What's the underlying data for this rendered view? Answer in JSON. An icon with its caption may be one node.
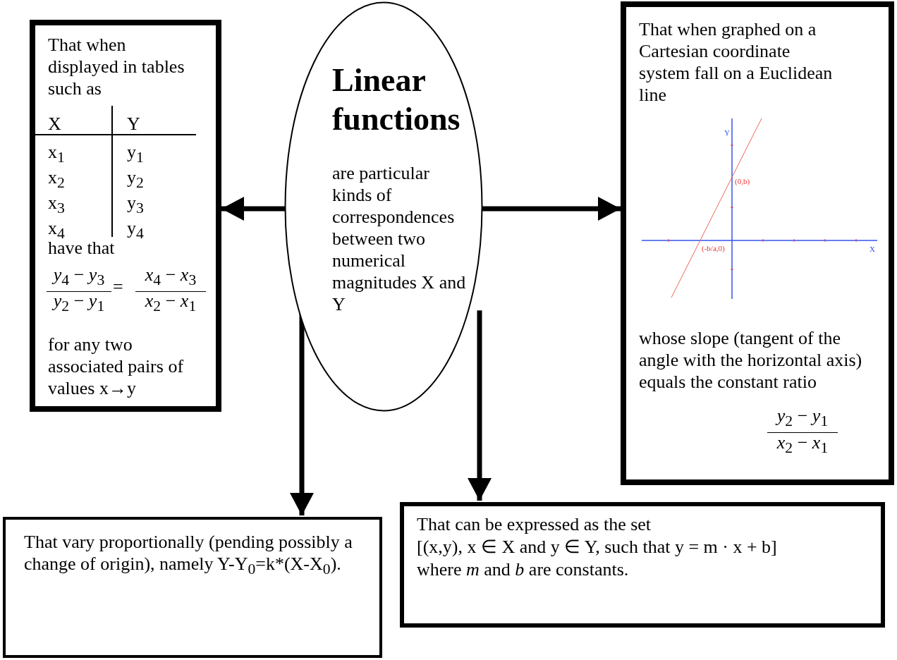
{
  "diagram": {
    "nodes": [
      {
        "text": [
          "Linear functions",
          "are particular kinds of correspondences between two numerical magnitudes X and Y"
        ]
      },
      {
        "text": [
          "That when displayed in tables such as",
          "X",
          "Y",
          "x$_{1}$",
          "y$_{1}$",
          "x$_{2}$",
          "y$_{2}$",
          "x$_{3}$",
          "y$_{3}$",
          "x$_{4}$",
          "y$_{4}$",
          "have that",
          "*y*$_{4}$ − *y*$_{3}$",
          "=",
          "*x*$_{4}$ − *x*$_{3}$",
          "*y*$_{2}$ − *y*$_{1}$",
          "*x*$_{2}$ − *x*$_{1}$",
          "for any two associated pairs of values x→y"
        ]
      },
      {
        "text": [
          "That when graphed on a Cartesian coordinate system fall on a Euclidean line",
          "whose slope (tangent of the angle with the horizontal axis) equals the constant ratio",
          "*y*$_{2}$ − *y*$_{1}$",
          "*x*$_{2}$ − *x*$_{1}$"
        ]
      },
      {
        "text": [
          "That vary proportionally (pending possibly a change of origin), namely Y-Y$_{0}$=k*(X-X$_{0}$)."
        ]
      },
      {
        "text": [
          "That can be expressed as the set",
          "[(x,y), x ∈ X and y ∈ Y, such that y = m · x + b]",
          "where *m* and *b* are constants."
        ]
      }
    ],
    "edges": [
      {
        "from": 0,
        "to": 1,
        "arrow": "to"
      },
      {
        "from": 0,
        "to": 2,
        "arrow": "to"
      },
      {
        "from": 0,
        "to": 3,
        "arrow": "to"
      },
      {
        "from": 0,
        "to": 4,
        "arrow": "to"
      }
    ],
    "labels": [
      "Y",
      "(0,b)",
      "(-b/a,0)",
      "X"
    ]
  }
}
